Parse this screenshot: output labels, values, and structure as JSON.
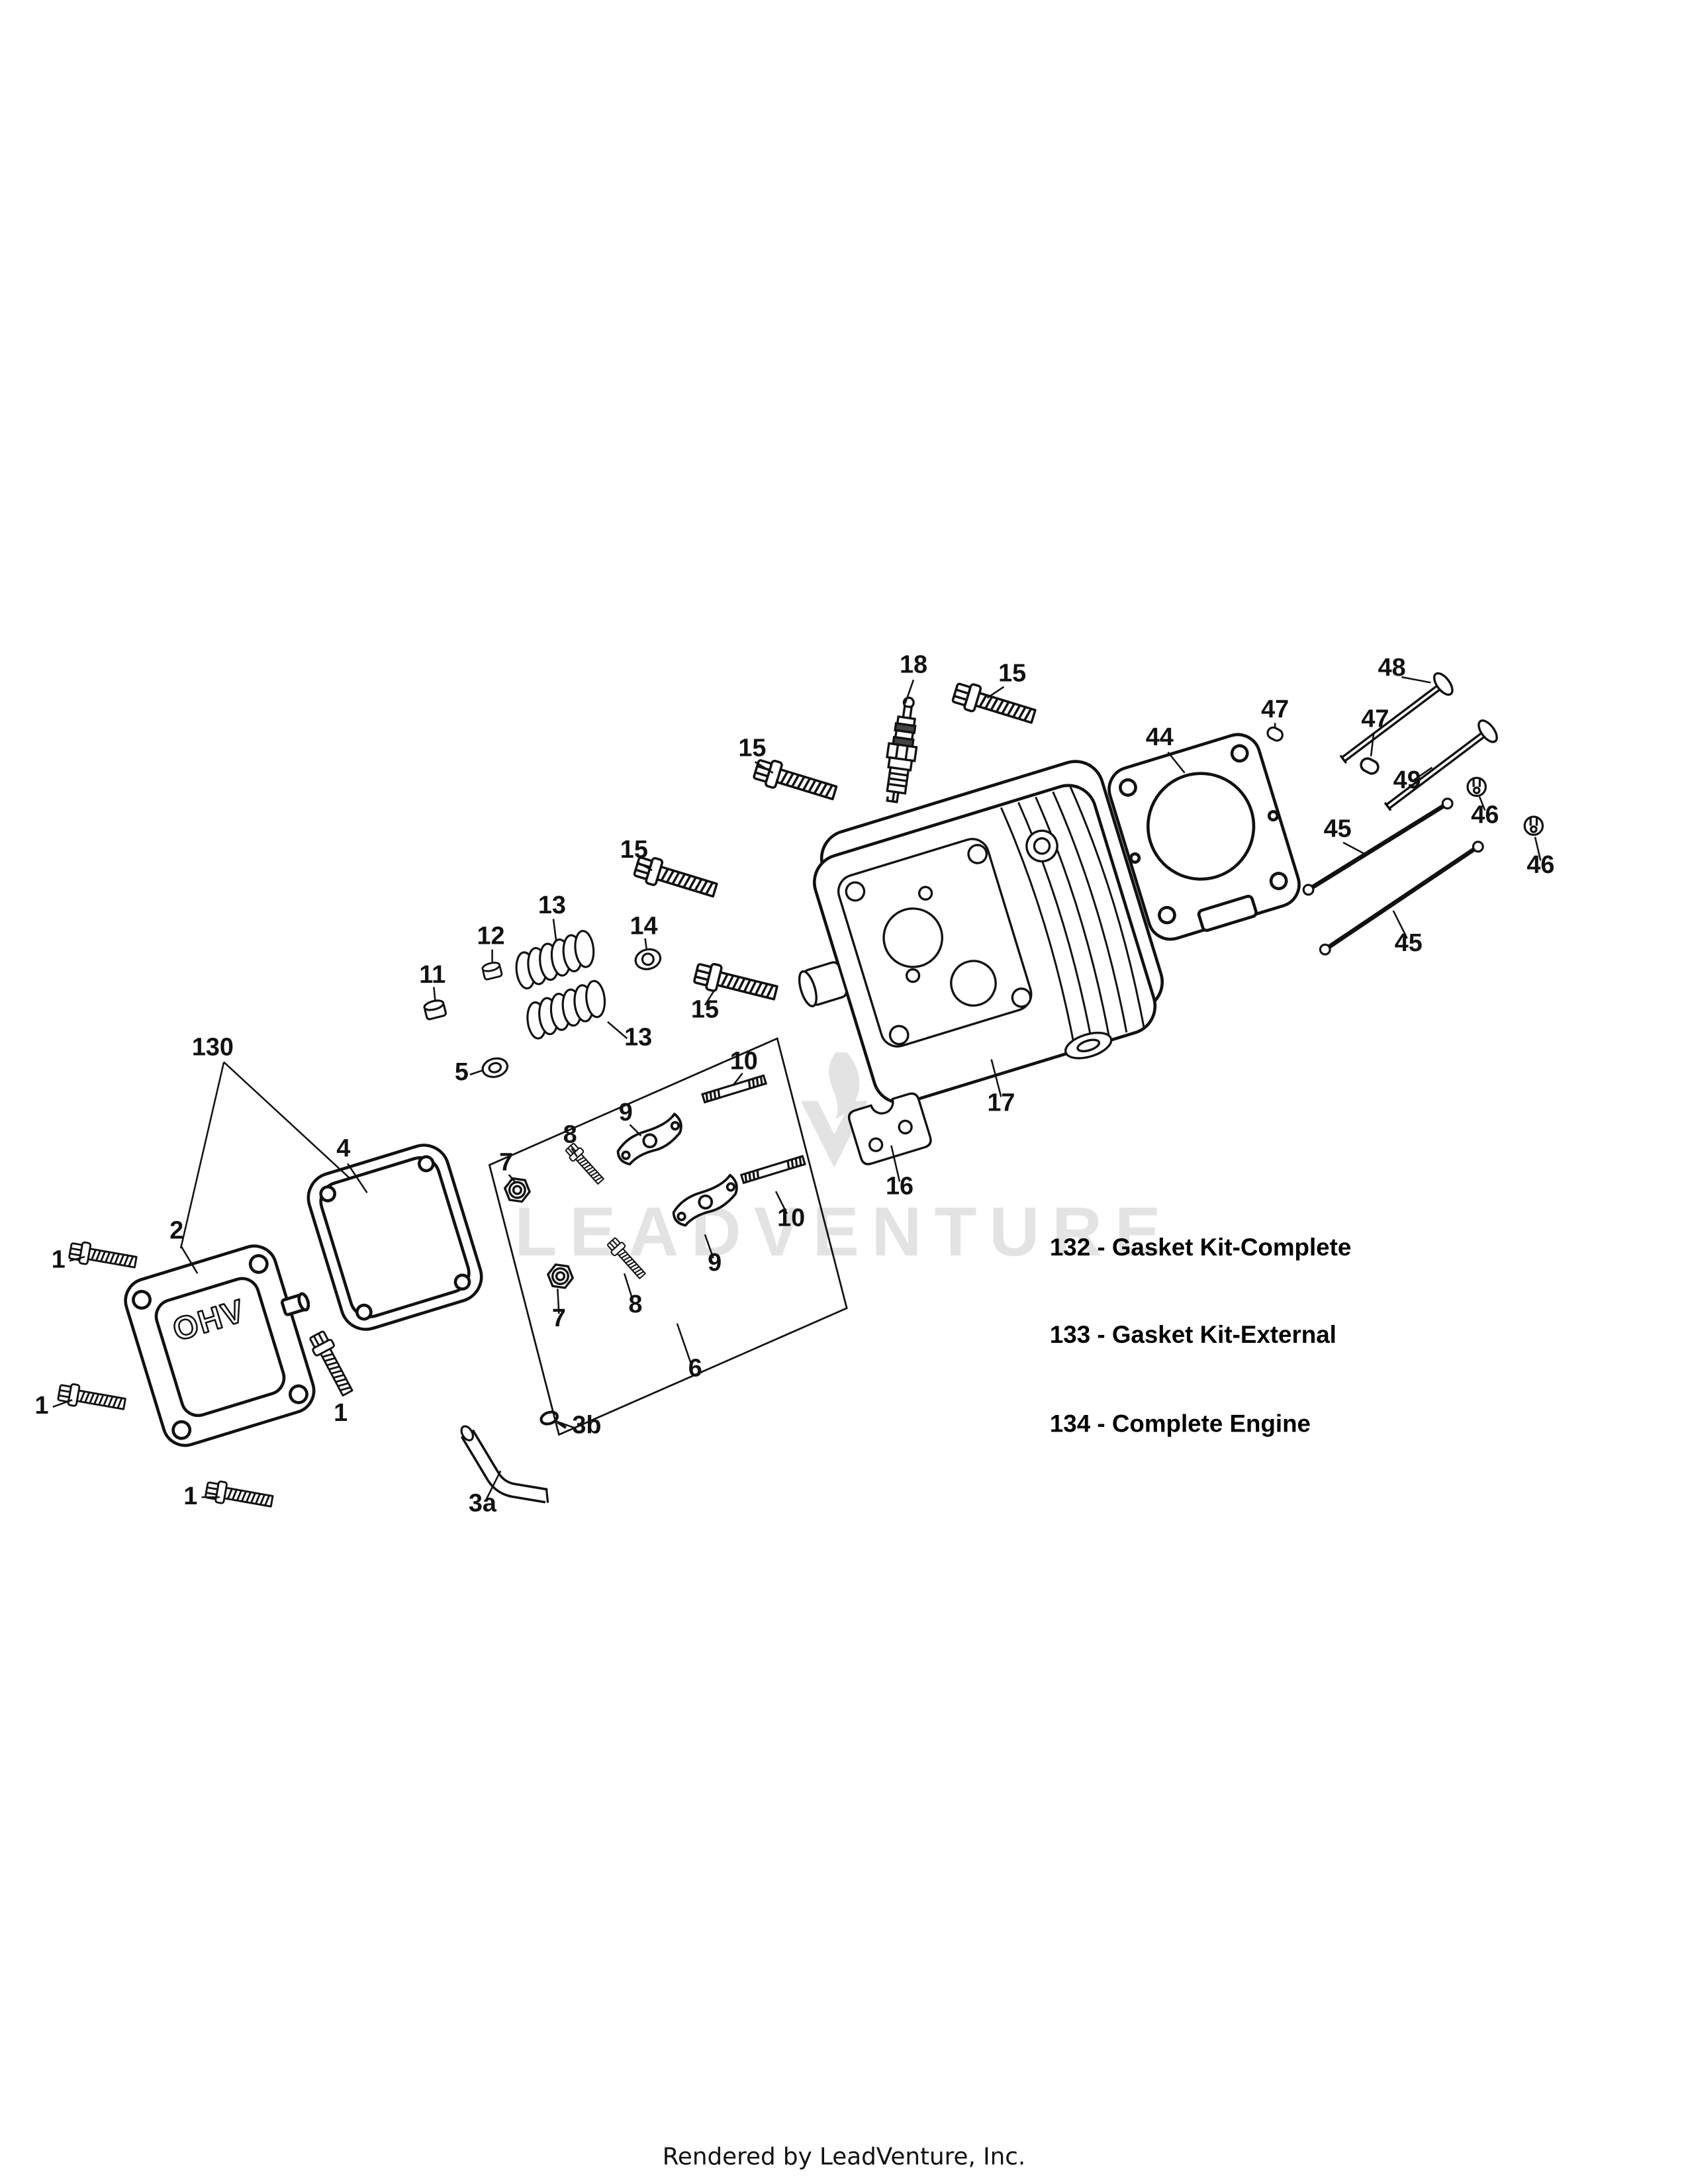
{
  "page": {
    "footer_text": "Rendered by LeadVenture, Inc.",
    "watermark_text": "LEADVENTURE",
    "colors": {
      "background": "#ffffff",
      "line_art": "#111111",
      "watermark": "#e3e3e3"
    }
  },
  "legend": {
    "items": [
      {
        "label": "132 - Gasket Kit-Complete"
      },
      {
        "label": "133 - Gasket Kit-External"
      },
      {
        "label": "134 - Complete Engine"
      }
    ]
  },
  "diagram": {
    "cover_embossed_text": "OHV",
    "callouts": [
      {
        "label": "18"
      },
      {
        "label": "15"
      },
      {
        "label": "47"
      },
      {
        "label": "47"
      },
      {
        "label": "48"
      },
      {
        "label": "49"
      },
      {
        "label": "44"
      },
      {
        "label": "15"
      },
      {
        "label": "46"
      },
      {
        "label": "46"
      },
      {
        "label": "45"
      },
      {
        "label": "45"
      },
      {
        "label": "15"
      },
      {
        "label": "13"
      },
      {
        "label": "12"
      },
      {
        "label": "14"
      },
      {
        "label": "11"
      },
      {
        "label": "13"
      },
      {
        "label": "5"
      },
      {
        "label": "10"
      },
      {
        "label": "15"
      },
      {
        "label": "17"
      },
      {
        "label": "16"
      },
      {
        "label": "130"
      },
      {
        "label": "9"
      },
      {
        "label": "8"
      },
      {
        "label": "7"
      },
      {
        "label": "4"
      },
      {
        "label": "10"
      },
      {
        "label": "9"
      },
      {
        "label": "2"
      },
      {
        "label": "1"
      },
      {
        "label": "8"
      },
      {
        "label": "7"
      },
      {
        "label": "6"
      },
      {
        "label": "1"
      },
      {
        "label": "1"
      },
      {
        "label": "3b"
      },
      {
        "label": "3a"
      },
      {
        "label": "1"
      }
    ]
  }
}
